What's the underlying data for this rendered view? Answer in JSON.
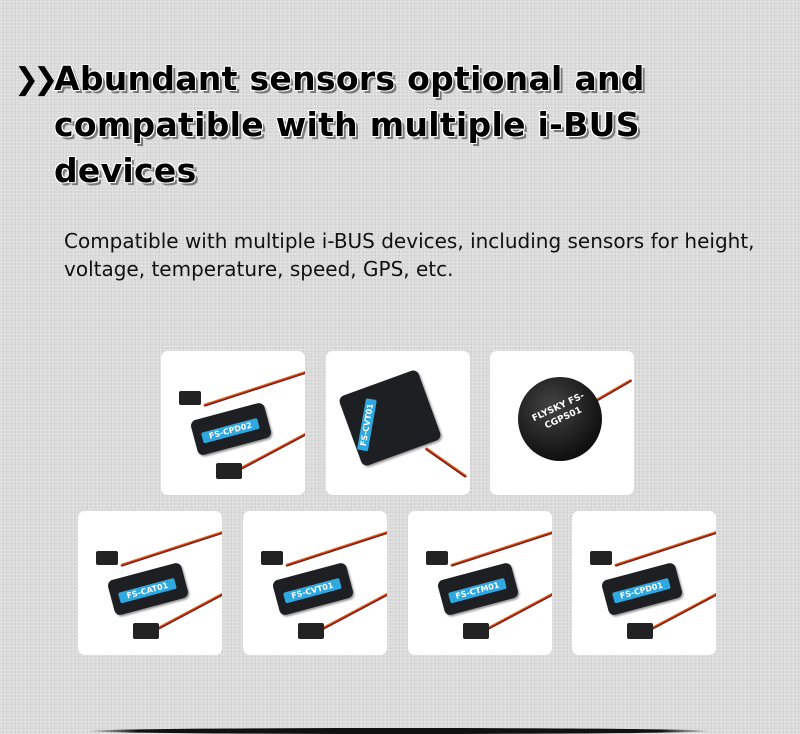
{
  "heading": {
    "arrow_icon": "double-chevron-right-icon",
    "title": "Abundant sensors optional and compatible with multiple i-BUS devices"
  },
  "description": "Compatible with multiple i-BUS devices, including sensors for height, voltage, temperature, speed, GPS, etc.",
  "products": [
    {
      "label": "FS-CPD02",
      "type": "sensor"
    },
    {
      "label": "FS-CVT01",
      "type": "hub"
    },
    {
      "label": "FLYSKY FS-CGPS01",
      "type": "gps"
    },
    {
      "label": "FS-CAT01",
      "type": "sensor"
    },
    {
      "label": "FS-CVT01",
      "type": "sensor"
    },
    {
      "label": "FS-CTM01",
      "type": "sensor"
    },
    {
      "label": "FS-CPD01",
      "type": "sensor"
    }
  ],
  "colors": {
    "accent_blue": "#2fa8e0",
    "background": "#d9d9d9"
  }
}
